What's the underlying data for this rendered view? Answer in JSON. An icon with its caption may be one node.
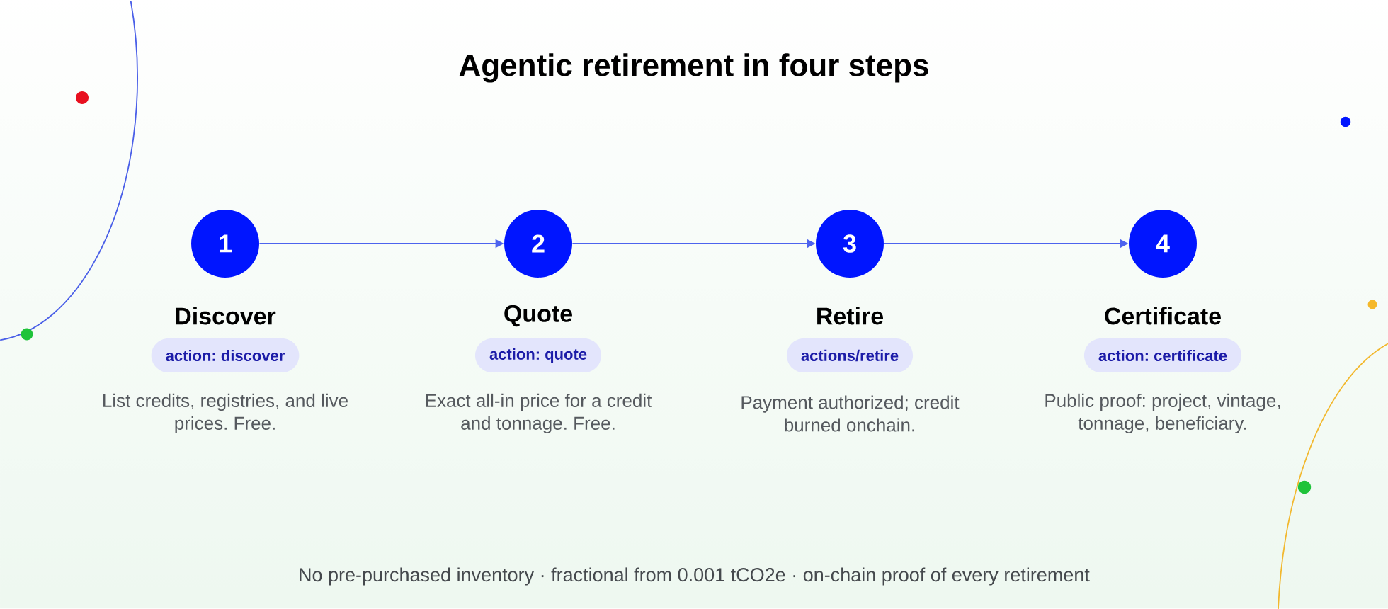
{
  "diagram": {
    "title": "Agentic retirement in four steps",
    "nodes": [
      {
        "text": [
          "1"
        ]
      },
      {
        "text": [
          "action: discover"
        ],
        "beside": [
          "Discover",
          "List credits, registries, and live prices. Free."
        ]
      },
      {
        "text": [
          "2"
        ]
      },
      {
        "text": [
          "action: quote"
        ],
        "beside": [
          "Quote",
          "Exact all-in price for a credit and tonnage. Free."
        ]
      },
      {
        "text": [
          "3"
        ]
      },
      {
        "text": [
          "actions/retire"
        ],
        "beside": [
          "Retire",
          "Payment authorized; credit burned onchain."
        ]
      },
      {
        "text": [
          "4"
        ]
      },
      {
        "text": [
          "action: certificate"
        ],
        "beside": [
          "Certificate",
          "Public proof: project, vintage, tonnage, beneficiary."
        ]
      }
    ],
    "edges": [
      {
        "from": 0,
        "to": 2,
        "arrow": "to"
      },
      {
        "from": 2,
        "to": 4,
        "arrow": "to"
      },
      {
        "from": 4,
        "to": 6,
        "arrow": "to"
      }
    ],
    "labels": [
      "No pre-purchased inventory · fractional from 0.001 tCO2e · on-chain proof of every retirement"
    ]
  }
}
